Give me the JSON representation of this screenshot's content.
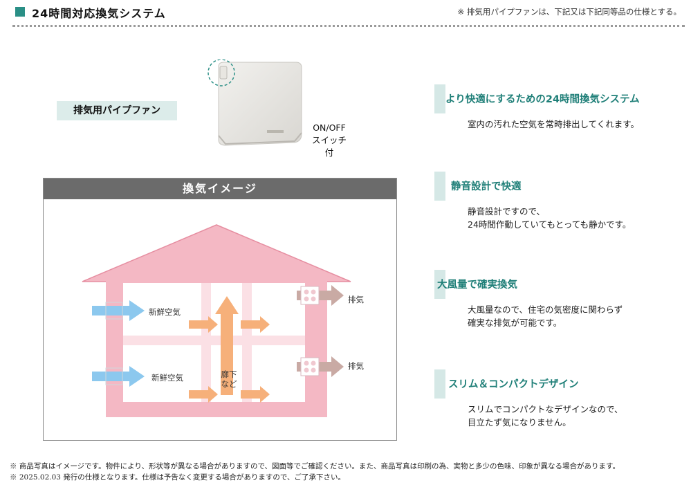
{
  "header": {
    "title": "24時間対応換気システム",
    "note": "※ 排気用パイプファンは、下記又は下記同等品の仕様とする。"
  },
  "fan": {
    "label": "排気用パイプファン",
    "switch_line1": "ON/OFF",
    "switch_line2": "スイッチ付"
  },
  "diagram": {
    "title": "換気イメージ",
    "labels": {
      "fresh_air_top": "新鮮空気",
      "fresh_air_bottom": "新鮮空気",
      "exhaust_top": "排気",
      "exhaust_bottom": "排気",
      "corridor_line1": "廊下",
      "corridor_line2": "など"
    },
    "colors": {
      "wall": "#f4b8c4",
      "fresh_arrow": "#8cc8ee",
      "flow_arrow": "#f6b07a",
      "exhaust_arrow": "#c9aaa4"
    }
  },
  "features": [
    {
      "title": "より快適にするための24時間換気システム",
      "desc": [
        "室内の汚れた空気を常時排出してくれます。"
      ]
    },
    {
      "title": "静音設計で快適",
      "desc": [
        "静音設計ですので、",
        "24時間作動していてもとっても静かです。"
      ]
    },
    {
      "title": "大風量で確実換気",
      "desc": [
        "大風量なので、住宅の気密度に関わらず",
        "確実な排気が可能です。"
      ]
    },
    {
      "title": "スリム＆コンパクトデザイン",
      "desc": [
        "スリムでコンパクトなデザインなので、",
        "目立たず気になりません。"
      ]
    }
  ],
  "footer": {
    "line1": "※ 商品写真はイメージです。物件により、形状等が異なる場合がありますので、図面等でご確認ください。また、商品写真は印刷の為、実物と多少の色味、印象が異なる場合があります。",
    "line2": "※ 2025.02.03 発行の仕様となります。仕様は予告なく変更する場合がありますので、ご了承下さい。"
  }
}
